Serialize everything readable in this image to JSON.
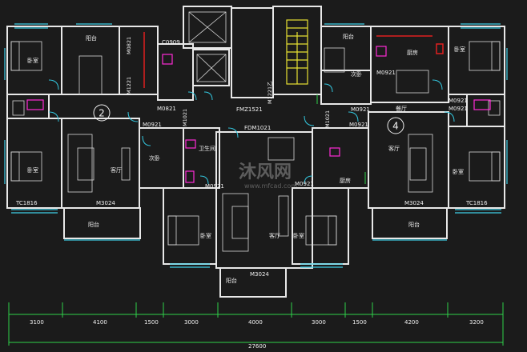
{
  "rooms": {
    "balcony_tl": "阳台",
    "bed_l1": "卧室",
    "bed_l2": "卧室",
    "living_l": "客厅",
    "kitchen_c": "次卧",
    "bath_c": "卫生间",
    "bed_c": "卧室",
    "living_c": "客厅",
    "balcony_c": "阳台",
    "bed_cr": "卧室",
    "kitchen_cr": "厨房",
    "balcony_tr": "阳台",
    "kitchen_tr": "厨房",
    "bed_tr_small": "次卧",
    "dining_r": "餐厅",
    "living_r": "客厅",
    "bed_r1": "卧室",
    "bed_r2": "卧室",
    "balcony_l_bottom": "阳台",
    "balcony_r_bottom": "阳台"
  },
  "labels": {
    "c0909": "C0909",
    "m0821_a": "M0821",
    "m1221_a": "M1221",
    "m0821_b": "M0821",
    "m0921_a": "M0921",
    "m1021_a": "M1021",
    "fm": "FMZ1521",
    "m1221_b": "M1221乙",
    "m0921_r1": "M0921",
    "m0921_r2": "M0921",
    "m0921_r3": "M0921",
    "m0921_r4": "M0921",
    "m1021_b": "M1021",
    "m0921_c": "M0921",
    "fdm": "FDM1021",
    "m0921_d": "M0921",
    "m0921_e": "M0921",
    "tc_l": "TC1816",
    "tc_r": "TC1816",
    "m3024_l": "M3024",
    "m3024_c": "M3024",
    "m3024_r": "M3024"
  },
  "unit_numbers": [
    "2",
    "4"
  ],
  "watermark": {
    "brand": "沐风网",
    "url": "www.mfcad.com"
  },
  "dimensions": {
    "segments": [
      "3100",
      "4100",
      "1500",
      "3000",
      "4000",
      "3000",
      "1500",
      "4200",
      "3200"
    ],
    "total": "27600"
  }
}
